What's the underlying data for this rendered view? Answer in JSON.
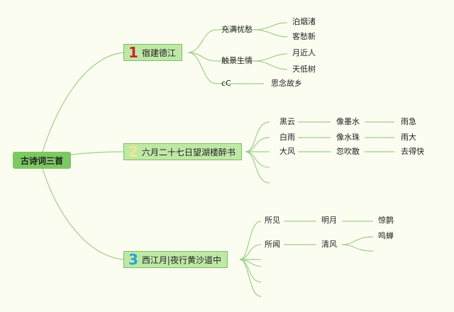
{
  "root": "古诗词三首",
  "branches": [
    {
      "num": "1",
      "num_color": "#d4202a",
      "title": "宿建德江",
      "l2": [
        "充满忧愁",
        "触景生情",
        "cC"
      ],
      "l3": [
        "泊烟渚",
        "客愁新",
        "月近人",
        "天低树",
        "思念故乡"
      ]
    },
    {
      "num": "2",
      "num_color": "#f3e88a",
      "title": "六月二十七日望湖楼醉书",
      "l2": [
        "黑云",
        "白雨",
        "大风"
      ],
      "l3": [
        "像墨水",
        "像水珠",
        "忽吹散"
      ],
      "l4": [
        "雨急",
        "雨大",
        "去得快"
      ]
    },
    {
      "num": "3",
      "num_color": "#2aa3d8",
      "title": "西江月|夜行黄沙道中",
      "l2": [
        "所见",
        "所闻"
      ],
      "l3": [
        "明月",
        "清风"
      ],
      "l4": [
        "惊鹊",
        "鸣蝉"
      ]
    }
  ],
  "colors": {
    "line": "#9fd08a",
    "root": "#7cc862",
    "branch": "#bfe8a7"
  }
}
